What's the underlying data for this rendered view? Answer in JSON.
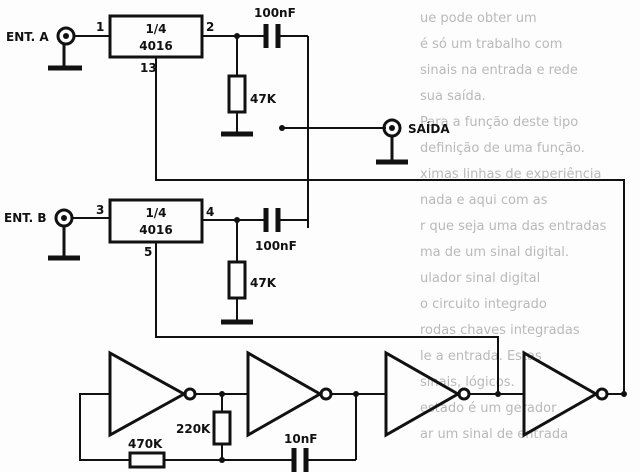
{
  "inputs": {
    "a": "ENT. A",
    "b": "ENT. B"
  },
  "output": "SAÍDA",
  "gates": [
    {
      "top": "1/4",
      "bottom": "4016",
      "pin_in": "1",
      "pin_out": "2",
      "pin_ctrl": "13"
    },
    {
      "top": "1/4",
      "bottom": "4016",
      "pin_in": "3",
      "pin_out": "4",
      "pin_ctrl": "5"
    }
  ],
  "components": {
    "c1": "100nF",
    "c2": "100nF",
    "r1": "47K",
    "r2": "47K",
    "r3": "220K",
    "r4": "470K",
    "c3": "10nF"
  },
  "background_text": [
    "ue pode obter um",
    "é só um trabalho com",
    "sinais na entrada e rede",
    "sua saída.",
    "Para a função deste tipo",
    "definição de uma função.",
    "ximas linhas de experiência",
    "nada e aqui com as",
    "r que seja uma das entradas",
    "ma de um sinal digital.",
    "ulador sinal digital",
    "o circuito integrado",
    "rodas chaves integradas",
    "le a entrada. Estas",
    "sinais, lógicos.",
    "estado é um gerador",
    "ar um sinal de entrada"
  ]
}
